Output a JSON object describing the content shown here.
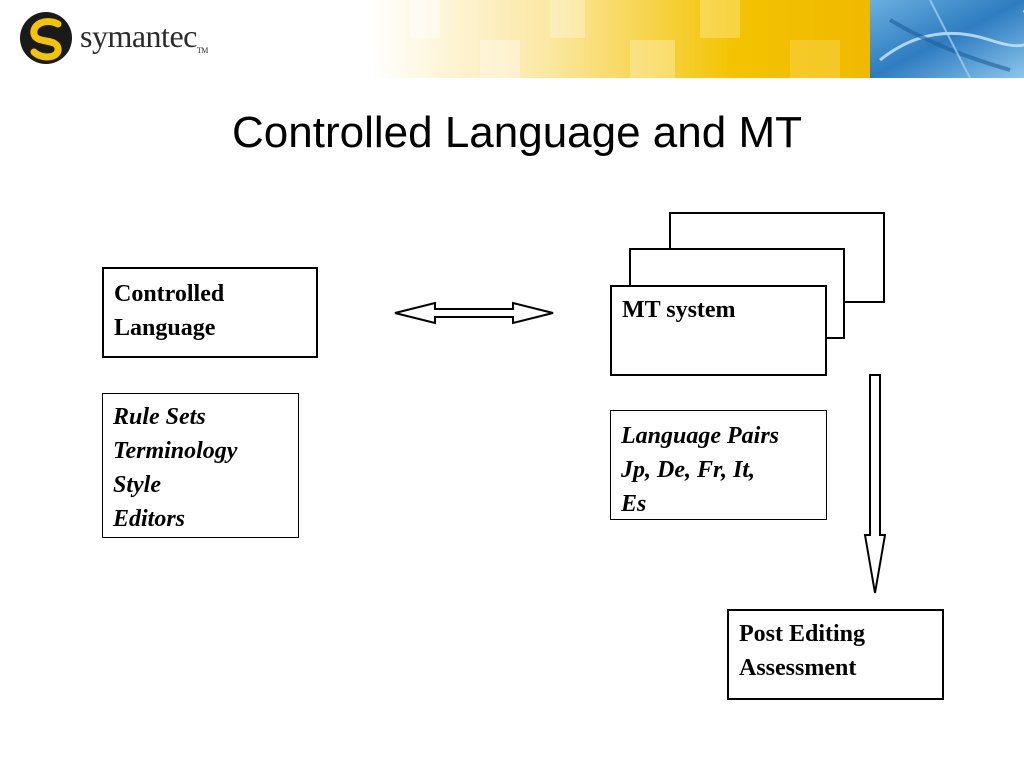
{
  "logo": {
    "name": "symantec",
    "tm": "TM"
  },
  "title": "Controlled Language and MT",
  "controlled_language": {
    "label": "Controlled Language"
  },
  "cl_features": {
    "lines": [
      "Rule Sets",
      "Terminology",
      "Style",
      "Editors"
    ]
  },
  "mt_system": {
    "label": "MT system"
  },
  "language_pairs": {
    "lines": [
      "Language Pairs",
      "Jp, De, Fr, It,",
      "Es"
    ]
  },
  "post_editing": {
    "lines": [
      "Post Editing",
      "Assessment"
    ]
  },
  "colors": {
    "banner_yellow": "#f3c300",
    "banner_blue": "#3a8fd0",
    "logo_yellow": "#f2c500"
  }
}
